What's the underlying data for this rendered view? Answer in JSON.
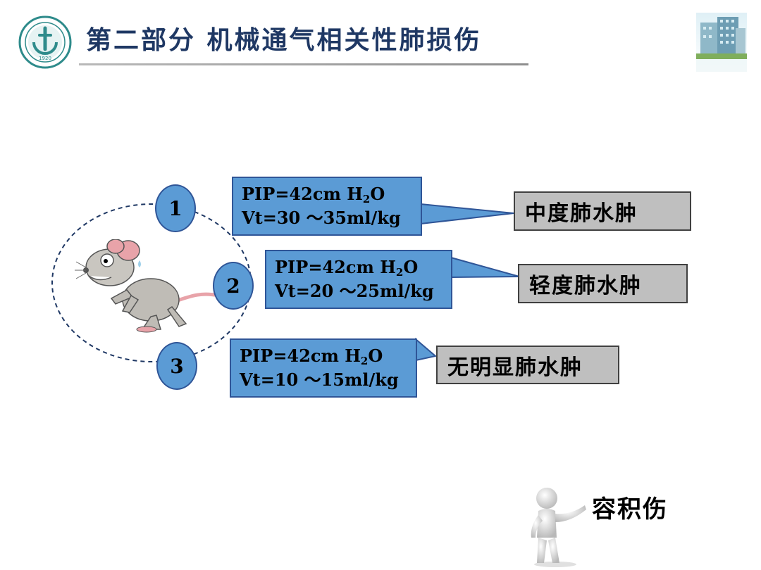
{
  "header": {
    "title": "第二部分  机械通气相关性肺损伤",
    "logo_year": "1920"
  },
  "groups": [
    {
      "number": "1",
      "pip_prefix": "PIP=42cm H",
      "pip_sub": "2",
      "pip_suffix": "O",
      "vt": "Vt=30 ～35ml/kg",
      "result": "中度肺水肿"
    },
    {
      "number": "2",
      "pip_prefix": "PIP=42cm H",
      "pip_sub": "2",
      "pip_suffix": "O",
      "vt": "Vt=20 ～25ml/kg",
      "result": "轻度肺水肿"
    },
    {
      "number": "3",
      "pip_prefix": "PIP=42cm H",
      "pip_sub": "2",
      "pip_suffix": "O",
      "vt": "Vt=10 ～15ml/kg",
      "result": "无明显肺水肿"
    }
  ],
  "footer": {
    "caption": "容积伤"
  },
  "colors": {
    "title": "#1f3864",
    "param_fill": "#5b9bd5",
    "param_border": "#2f5597",
    "result_fill": "#bfbfbf",
    "result_border": "#404040",
    "logo_teal": "#2e8b8b"
  },
  "icons": {
    "logo": "hospital-logo-icon",
    "building": "hospital-building-icon",
    "mouse": "cartoon-mouse-icon",
    "person": "3d-person-presenting-icon"
  }
}
